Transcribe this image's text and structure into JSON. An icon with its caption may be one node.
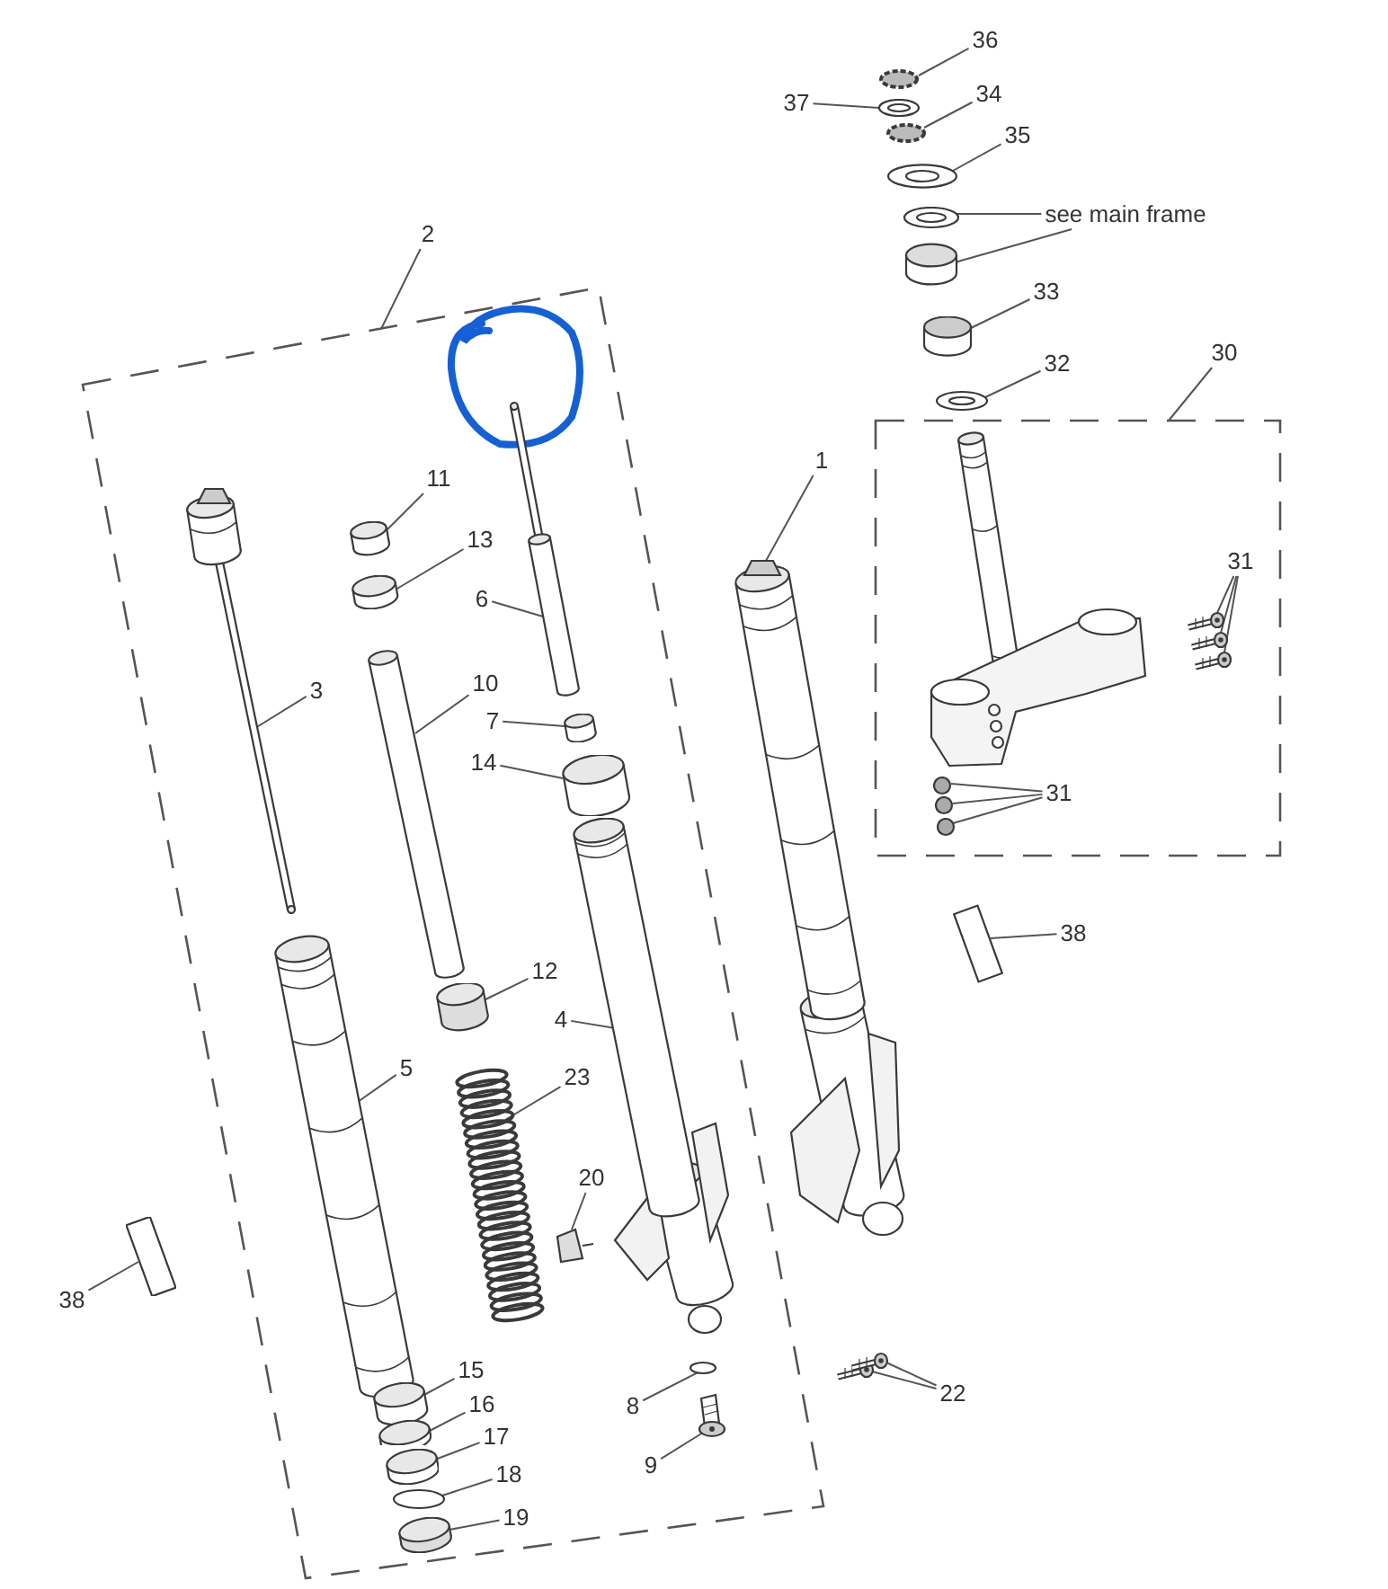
{
  "diagram": {
    "nodes": [
      {
        "text": [
          "36"
        ]
      },
      {
        "text": [
          "37"
        ]
      },
      {
        "text": [
          "34"
        ]
      },
      {
        "text": [
          "35"
        ]
      },
      {
        "text": [
          "see main frame"
        ]
      },
      {
        "text": [
          "33"
        ]
      },
      {
        "text": [
          "32"
        ]
      },
      {
        "text": [
          "30"
        ]
      },
      {
        "text": [],
        "shape": "box"
      },
      {
        "text": [
          "2"
        ]
      },
      {
        "text": [],
        "shape": "box"
      },
      {
        "text": [
          "1"
        ]
      },
      {
        "text": [
          "31"
        ],
        "in": 8
      },
      {
        "text": [
          "31"
        ],
        "in": 8
      },
      {
        "text": [
          "11"
        ],
        "in": 10
      },
      {
        "text": [
          "13"
        ],
        "in": 10
      },
      {
        "text": [
          "6"
        ],
        "in": 10
      },
      {
        "text": [
          "3"
        ],
        "in": 10
      },
      {
        "text": [
          "10"
        ],
        "in": 10
      },
      {
        "text": [
          "7"
        ],
        "in": 10
      },
      {
        "text": [
          "14"
        ],
        "in": 10
      },
      {
        "text": [
          "38"
        ]
      },
      {
        "text": [
          "12"
        ],
        "in": 10
      },
      {
        "text": [
          "4"
        ],
        "in": 10
      },
      {
        "text": [
          "5"
        ],
        "in": 10
      },
      {
        "text": [
          "23"
        ],
        "in": 10
      },
      {
        "text": [
          "20"
        ],
        "in": 10
      },
      {
        "text": [
          "38"
        ]
      },
      {
        "text": [
          "15"
        ],
        "in": 10
      },
      {
        "text": [
          "16"
        ],
        "in": 10
      },
      {
        "text": [
          "8"
        ],
        "in": 10
      },
      {
        "text": [
          "17"
        ],
        "in": 10
      },
      {
        "text": [
          "22"
        ]
      },
      {
        "text": [
          "9"
        ],
        "in": 10
      },
      {
        "text": [
          "18"
        ],
        "in": 10
      },
      {
        "text": [
          "19"
        ],
        "in": 10
      },
      {
        "text": [],
        "shape": "circle"
      },
      {
        "text": [],
        "shape": "picture"
      },
      {
        "text": [],
        "shape": "circle"
      },
      {
        "text": [],
        "shape": "picture"
      },
      {
        "text": [],
        "shape": "picture"
      },
      {
        "text": [],
        "shape": "cylinder"
      },
      {
        "text": [],
        "shape": "cylinder"
      },
      {
        "text": [],
        "shape": "picture"
      },
      {
        "text": [],
        "shape": "picture"
      },
      {
        "text": [],
        "shape": "picture",
        "in": 8
      },
      {
        "text": [],
        "shape": "picture",
        "in": 8
      },
      {
        "text": [],
        "shape": "picture",
        "in": 8
      },
      {
        "text": [],
        "shape": "circle",
        "in": 8
      },
      {
        "text": [],
        "shape": "circle",
        "in": 8
      },
      {
        "text": [],
        "shape": "circle",
        "in": 8
      },
      {
        "text": [],
        "shape": "picture",
        "in": 10
      },
      {
        "text": [],
        "shape": "picture",
        "in": 10
      },
      {
        "text": [],
        "shape": "picture",
        "in": 10
      },
      {
        "text": [],
        "shape": "picture",
        "in": 10
      },
      {
        "text": [],
        "shape": "picture",
        "in": 10
      },
      {
        "text": [],
        "shape": "picture",
        "in": 10
      },
      {
        "text": [],
        "shape": "picture",
        "in": 10
      },
      {
        "text": [],
        "shape": "box"
      },
      {
        "text": [],
        "shape": "picture",
        "in": 10
      },
      {
        "text": [],
        "shape": "picture",
        "in": 10
      },
      {
        "text": [],
        "shape": "picture",
        "in": 10
      },
      {
        "text": [],
        "shape": "picture",
        "in": 10
      },
      {
        "text": [],
        "shape": "picture",
        "in": 10
      },
      {
        "text": [],
        "shape": "box"
      },
      {
        "text": [],
        "shape": "picture",
        "in": 10
      },
      {
        "text": [],
        "shape": "picture",
        "in": 10
      },
      {
        "text": [],
        "shape": "circle",
        "in": 10
      },
      {
        "text": [],
        "shape": "cylinder",
        "in": 10
      },
      {
        "text": [],
        "shape": "picture"
      },
      {
        "text": [],
        "shape": "picture"
      },
      {
        "text": [],
        "shape": "picture",
        "in": 10
      },
      {
        "text": [],
        "shape": "circle",
        "in": 10
      },
      {
        "text": [],
        "shape": "cylinder",
        "in": 10
      }
    ],
    "edges": [
      {
        "from": 0,
        "to": 36,
        "arrow": "none"
      },
      {
        "from": 1,
        "to": 37,
        "arrow": "none"
      },
      {
        "from": 2,
        "to": 38,
        "arrow": "none"
      },
      {
        "from": 3,
        "to": 39,
        "arrow": "none"
      },
      {
        "from": 4,
        "to": 40,
        "arrow": "none"
      },
      {
        "from": 4,
        "to": 41,
        "arrow": "none"
      },
      {
        "from": 5,
        "to": 42,
        "arrow": "none"
      },
      {
        "from": 6,
        "to": 43,
        "arrow": "none"
      },
      {
        "from": 7,
        "to": 8,
        "arrow": "none"
      },
      {
        "from": 9,
        "to": 10,
        "arrow": "none"
      },
      {
        "from": 11,
        "to": 44,
        "arrow": "none"
      },
      {
        "from": 12,
        "to": 45,
        "arrow": "none"
      },
      {
        "from": 12,
        "to": 46,
        "arrow": "none"
      },
      {
        "from": 12,
        "to": 47,
        "arrow": "none"
      },
      {
        "from": 13,
        "to": 48,
        "arrow": "none"
      },
      {
        "from": 13,
        "to": 49,
        "arrow": "none"
      },
      {
        "from": 13,
        "to": 50,
        "arrow": "none"
      },
      {
        "from": 14,
        "to": 51,
        "arrow": "none"
      },
      {
        "from": 15,
        "to": 52,
        "arrow": "none"
      },
      {
        "from": 16,
        "to": 53,
        "arrow": "none"
      },
      {
        "from": 17,
        "to": 54,
        "arrow": "none"
      },
      {
        "from": 18,
        "to": 55,
        "arrow": "none"
      },
      {
        "from": 19,
        "to": 56,
        "arrow": "none"
      },
      {
        "from": 20,
        "to": 57,
        "arrow": "none"
      },
      {
        "from": 21,
        "to": 58,
        "arrow": "none"
      },
      {
        "from": 22,
        "to": 59,
        "arrow": "none"
      },
      {
        "from": 23,
        "to": 60,
        "arrow": "none"
      },
      {
        "from": 24,
        "to": 61,
        "arrow": "none"
      },
      {
        "from": 25,
        "to": 62,
        "arrow": "none"
      },
      {
        "from": 26,
        "to": 63,
        "arrow": "none"
      },
      {
        "from": 27,
        "to": 64,
        "arrow": "none"
      },
      {
        "from": 28,
        "to": 65,
        "arrow": "none"
      },
      {
        "from": 29,
        "to": 66,
        "arrow": "none"
      },
      {
        "from": 30,
        "to": 67,
        "arrow": "none"
      },
      {
        "from": 31,
        "to": 68,
        "arrow": "none"
      },
      {
        "from": 32,
        "to": 69,
        "arrow": "none"
      },
      {
        "from": 32,
        "to": 70,
        "arrow": "none"
      },
      {
        "from": 33,
        "to": 71,
        "arrow": "none"
      },
      {
        "from": 34,
        "to": 72,
        "arrow": "none"
      },
      {
        "from": 35,
        "to": 73,
        "arrow": "none"
      }
    ]
  }
}
